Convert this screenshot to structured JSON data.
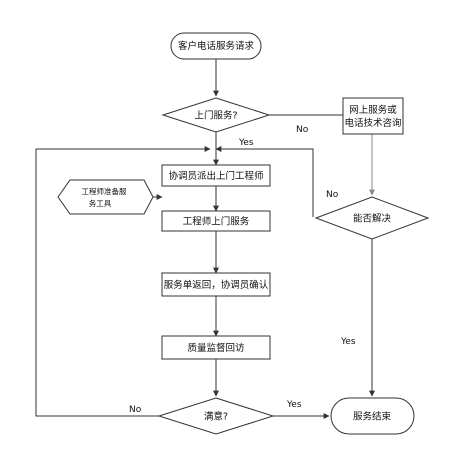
{
  "diagram": {
    "start": "客户电话服务请求",
    "decision_onsite": "上门服务?",
    "online_service_line1": "网上服务或",
    "online_service_line2": "电话技术咨询",
    "decision_solved": "能否解决",
    "dispatch": "协调员派出上门工程师",
    "engineer_prep_line1": "工程师准备服",
    "engineer_prep_line2": "务工具",
    "onsite_service": "工程师上门服务",
    "return_confirm": "服务单返回，协调员确认",
    "quality_followup": "质量监督回访",
    "decision_satisfied": "满意?",
    "end": "服务结束",
    "label_yes_onsite": "Yes",
    "label_no_onsite": "No",
    "label_no_solved": "No",
    "label_yes_solved": "Yes",
    "label_yes_satisfied": "Yes",
    "label_no_satisfied": "No"
  },
  "colors": {
    "stroke": "#333333",
    "arrow_light": "#888888",
    "text": "#111111",
    "background": "#ffffff"
  }
}
